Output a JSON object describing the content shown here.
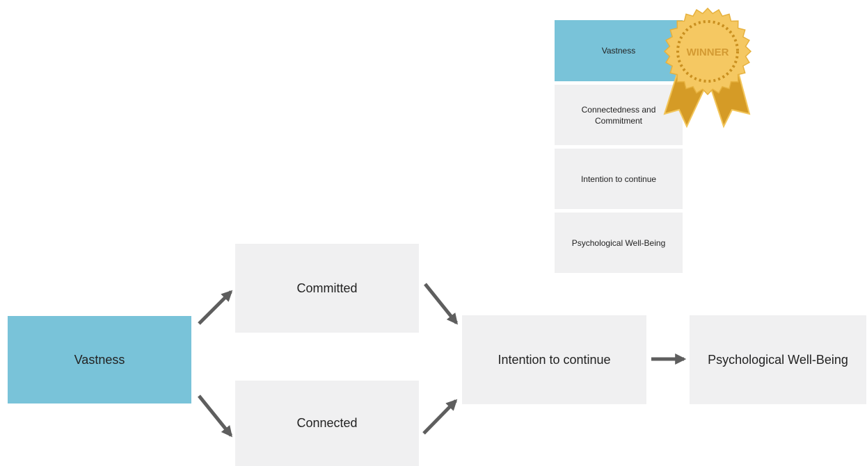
{
  "ranking": {
    "items": [
      {
        "label": "Vastness",
        "highlighted": true
      },
      {
        "label": "Connectedness and Commitment",
        "highlighted": false
      },
      {
        "label": "Intention to continue",
        "highlighted": false
      },
      {
        "label": "Psychological Well-Being",
        "highlighted": false
      }
    ],
    "badge": {
      "text": "WINNER",
      "color": "#f5c862",
      "ribbon_color": "#d59b26"
    }
  },
  "flow": {
    "nodes": {
      "vastness": "Vastness",
      "committed": "Committed",
      "connected": "Connected",
      "intention": "Intention to continue",
      "wellbeing": "Psychological Well-Being"
    },
    "edges": [
      {
        "from": "vastness",
        "to": "committed"
      },
      {
        "from": "vastness",
        "to": "connected"
      },
      {
        "from": "committed",
        "to": "intention"
      },
      {
        "from": "connected",
        "to": "intention"
      },
      {
        "from": "intention",
        "to": "wellbeing"
      }
    ]
  },
  "colors": {
    "highlight": "#79c3d9",
    "box": "#f0f0f1",
    "arrow": "#5e5e5e"
  }
}
